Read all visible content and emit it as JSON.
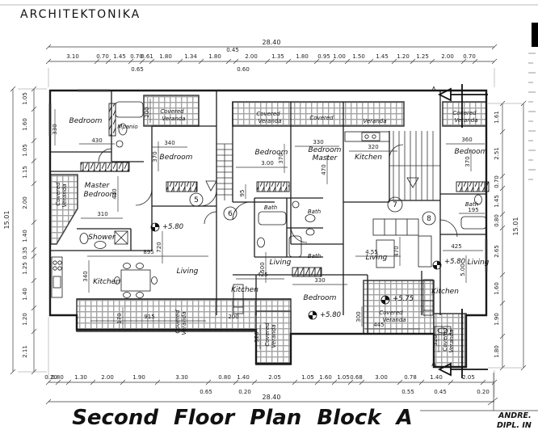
{
  "meta": {
    "brand": "ARCHITEKTONIKA",
    "title": "Second Floor Plan Block A",
    "credit1": "ANDRE.",
    "credit2": "DIPL. IN"
  },
  "labels": {
    "bedroom": "Bedroom",
    "master1": "Master",
    "master2": "Bedroom",
    "bedmaster1": "Bedroom",
    "bedmaster2": "Master",
    "living": "Living",
    "kitchen": "Kitchen",
    "bath": "Bath",
    "shower": "Shower",
    "wc": "Mpanio",
    "covered": "Covered",
    "veranda": "Veranda"
  },
  "levels": {
    "main": "+5.80",
    "terrace": "+5.75"
  },
  "balloons": [
    "5",
    "6",
    "7",
    "8"
  ],
  "section": {
    "label": "A"
  },
  "dims": {
    "top_total": "28.40",
    "bottom_total": "28.40",
    "left_total": "15.01",
    "right_total": "15.01",
    "top": [
      "3.10",
      "0.70",
      "1.45",
      "0.70",
      "0.61",
      "1.80",
      "1.34",
      "1.80",
      "0.45",
      "2.00",
      "1.35",
      "1.80",
      "0.95",
      "1.00",
      "1.50",
      "1.45",
      "1.20",
      "1.25",
      "2.00",
      "0.70"
    ],
    "top_sub": [
      "0.65",
      "0.60"
    ],
    "bottom": [
      "0.20",
      "0.80",
      "1.30",
      "2.00",
      "1.90",
      "3.30",
      "0.80",
      "1.40",
      "2.05",
      "1.05",
      "1.60",
      "1.05",
      "0.68",
      "3.00",
      "0.78",
      "1.40",
      "2.05"
    ],
    "bottom_sub": [
      "0.65",
      "0.20",
      "0.55",
      "0.45",
      "0.20"
    ],
    "left": [
      "1.05",
      "1.60",
      "1.05",
      "1.15",
      "2.00",
      "1.40",
      "0.35",
      "1.25",
      "1.40",
      "1.20",
      "2.11"
    ],
    "right": [
      "1.61",
      "2.51",
      "0.70",
      "1.45",
      "0.80",
      "2.65",
      "1.60",
      "1.90",
      "1.80"
    ],
    "interior": {
      "bed1_w": "330",
      "bed1_l": "430",
      "ver1_d": "200",
      "bed2_l": "340",
      "bed2_d": "370",
      "master_d": "440",
      "master_w": "310",
      "liv1_l": "895",
      "liv1_d": "720",
      "kit1_d": "340",
      "ver6_l": "915",
      "ver6_d": "170",
      "bedc_l": "3.00",
      "bedc_d": "370",
      "bedm_l": "330",
      "bedm_d": "470",
      "kit3_l": "320",
      "hall": "95",
      "livc_l": "425",
      "livc_d": "500",
      "bedb_l": "330",
      "kitc_l": "200",
      "liv3_l": "4.55",
      "liv3_d": "470",
      "ver8_l": "445",
      "ver8_d": "300",
      "liv4_l": "425",
      "liv4_d": "5.00",
      "bed4_l": "360",
      "bed4_d": "370",
      "bath4_l": "195",
      "ver9_d": "320",
      "ver7_d": "320"
    }
  }
}
